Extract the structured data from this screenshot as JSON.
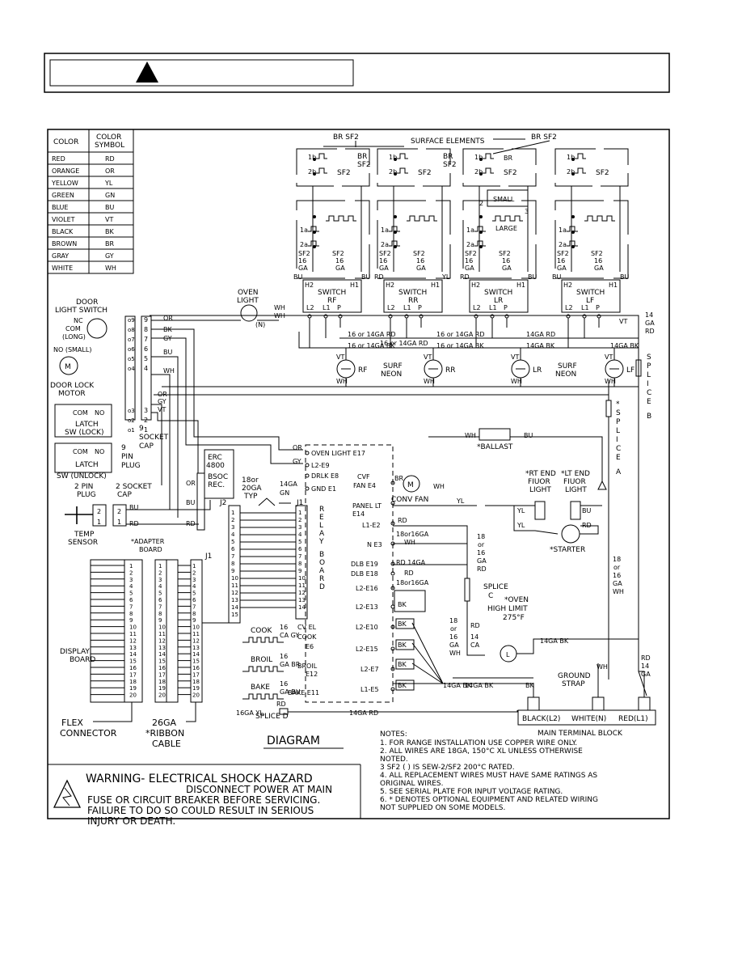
{
  "color_table": {
    "header_color": "COLOR",
    "header_symbol_1": "COLOR",
    "header_symbol_2": "SYMBOL",
    "rows": [
      {
        "color": "RED",
        "symbol": "RD"
      },
      {
        "color": "ORANGE",
        "symbol": "OR"
      },
      {
        "color": "YELLOW",
        "symbol": "YL"
      },
      {
        "color": "GREEN",
        "symbol": "GN"
      },
      {
        "color": "BLUE",
        "symbol": "BU"
      },
      {
        "color": "VIOLET",
        "symbol": "VT"
      },
      {
        "color": "BLACK",
        "symbol": "BK"
      },
      {
        "color": "BROWN",
        "symbol": "BR"
      },
      {
        "color": "GRAY",
        "symbol": "GY"
      },
      {
        "color": "WHITE",
        "symbol": "WH"
      }
    ]
  },
  "surface": {
    "title": "SURFACE ELEMENTS",
    "br_sf2": "BR SF2",
    "br": "BR",
    "sf2": "SF2",
    "small": "SMALL",
    "large": "LARGE",
    "ga16": "16",
    "ga": "GA",
    "t1a": "1a",
    "t1b": "1b",
    "t2a": "2a",
    "t2b": "2b",
    "n2": "2",
    "n3": "3"
  },
  "switches": {
    "word": "SWITCH",
    "h1": "H1",
    "h2": "H2",
    "l1": "L1",
    "l2": "L2",
    "p": "P",
    "rf": "RF",
    "rr": "RR",
    "lr": "LR",
    "lf": "LF"
  },
  "neon": {
    "label_1": "SURF",
    "label_2": "NEON"
  },
  "wires": {
    "or": "OR",
    "bk": "BK",
    "gy": "GY",
    "bu": "BU",
    "wh": "WH",
    "vt": "VT",
    "rd": "RD",
    "yl": "YL",
    "gn": "GN",
    "br": "BR",
    "g16rd": "16 or 14GA RD",
    "g16bk": "16 or 14GA BK",
    "g14rd": "14GA RD",
    "g14bk": "14GA BK",
    "g14": "14GA",
    "g18or16": "18or16GA",
    "rd14ga": "RD 14GA",
    "g16ga": "16",
    "gaword": "GA",
    "cagy": "CA GY",
    "gabr": "GA BR",
    "gabu": "GA BU",
    "g16ga_yl": "16GA YL",
    "v14": "14",
    "vga": "GA",
    "vrd": "RD",
    "v18": "18",
    "vor": "or",
    "v16": "16",
    "vwh": "WH",
    "c14": "14",
    "cca": "CA"
  },
  "door": {
    "light_switch_1": "DOOR",
    "light_switch_2": "LIGHT SWITCH",
    "nc": "NC",
    "com_long_1": "COM",
    "com_long_2": "(LONG)",
    "no_small": "NO (SMALL)",
    "motor_1": "DOOR LOCK",
    "motor_2": "MOTOR",
    "latch_lock_1": "LATCH",
    "latch_lock_2": "SW (LOCK)",
    "latch_unlock_1": "LATCH",
    "latch_unlock_2": "SW (UNLOCK)",
    "com": "COM",
    "no": "NO",
    "m": "M"
  },
  "plugs": {
    "socket9_1": "9",
    "socket9_2": "SOCKET",
    "socket9_3": "CAP",
    "pin9_1": "9",
    "pin9_2": "PIN",
    "pin9_3": "PLUG",
    "pin2_1": "2 PIN",
    "pin2_2": "PLUG",
    "socket2_1": "2 SOCKET",
    "socket2_2": "CAP",
    "temp_1": "TEMP",
    "temp_2": "SENSOR"
  },
  "oven_light": {
    "label_1": "OVEN",
    "label_2": "LIGHT",
    "n": "(N)"
  },
  "erc": {
    "l1": "ERC",
    "l2": "4800",
    "l3": "BSOC",
    "l4": "REC."
  },
  "relay": {
    "j1": "J1",
    "j2": "J2",
    "typ_1": "18or",
    "typ_2": "20GA",
    "typ_3": "TYP",
    "vertical": "RELAY BOARD"
  },
  "terminals": {
    "oven_light": "OVEN LIGHT E17",
    "l2e9": "L2-E9",
    "drlk": "DRLK E8",
    "gnd": "GND E1",
    "cvf_1": "CVF",
    "cvf_2": "FAN E4",
    "conv_fan": "CONV FAN",
    "panel_1": "PANEL LT",
    "panel_2": "E14",
    "l1e2": "L1-E2",
    "ne3": "N E3",
    "dlb19": "DLB E19",
    "dlb18": "DLB E18",
    "l2e16": "L2-E16",
    "l2e13": "L2-E13",
    "l2e10": "L2-E10",
    "l2e15": "L2-E15",
    "l2e7": "L2-E7",
    "l1e5": "L1-E5",
    "cvel_1": "CV EL",
    "cvel_2": "COOK",
    "cvel_3": "E6",
    "broil_e12_1": "BROIL",
    "broil_e12_2": "E12",
    "bake_e11": "BAKE E11"
  },
  "elements": {
    "cook": "COOK",
    "broil": "BROIL",
    "bake": "BAKE",
    "splice_d": "SPLICE D"
  },
  "splices": {
    "a": "SPLICE A",
    "b": "SPLICE B",
    "c_1": "SPLICE",
    "c_2": "C",
    "star": "*"
  },
  "ballast": "*BALLAST",
  "fluor": {
    "rt_1": "*RT END",
    "rt_2": "FIUOR",
    "rt_3": "LIGHT",
    "lt_1": "*LT END",
    "lt_2": "FIUOR",
    "lt_3": "LIGHT",
    "starter": "*STARTER"
  },
  "high_limit": {
    "l1": "*OVEN",
    "l2": "HIGH LIMIT",
    "l3": "275°F",
    "l": "L"
  },
  "ground_1": "GROUND",
  "ground_2": "STRAP",
  "terminal_block": {
    "black": "BLACK(L2)",
    "white": "WHITE(N)",
    "red": "RED(L1)",
    "title": "MAIN TERMINAL BLOCK"
  },
  "boards": {
    "display_1": "DISPLAY",
    "display_2": "BOARD",
    "adapter_1": "*ADAPTER",
    "adapter_2": "BOARD",
    "flex_1": "FLEX",
    "flex_2": "CONNECTOR",
    "ribbon_1": "26GA",
    "ribbon_2": "*RIBBON",
    "ribbon_3": "CABLE"
  },
  "diagram_title": "DIAGRAM",
  "notes": {
    "title": "NOTES:",
    "lines": [
      "1. FOR RANGE INSTALLATION USE COPPER WIRE ONLY.",
      "2. ALL WIRES ARE 18GA, 150°C XL UNLESS OTHERWISE",
      "   NOTED.",
      "3  SF2 ( ) IS SEW-2/SF2 200°C RATED.",
      "4. ALL REPLACEMENT WIRES MUST HAVE SAME RATINGS AS",
      "   ORIGINAL WIRES.",
      "5. SEE SERIAL PLATE FOR INPUT VOLTAGE RATING.",
      "6. * DENOTES OPTIONAL EQUIPMENT AND RELATED WIRING",
      "   NOT SUPPLIED ON SOME MODELS."
    ]
  },
  "warning": {
    "line1": "WARNING- ELECTRICAL SHOCK HAZARD",
    "line2": "DISCONNECT POWER AT MAIN",
    "line3": "FUSE OR CIRCUIT BREAKER BEFORE SERVICING.",
    "line4": "FAILURE TO DO SO COULD RESULT IN SERIOUS",
    "line5": "INJURY OR DEATH."
  }
}
